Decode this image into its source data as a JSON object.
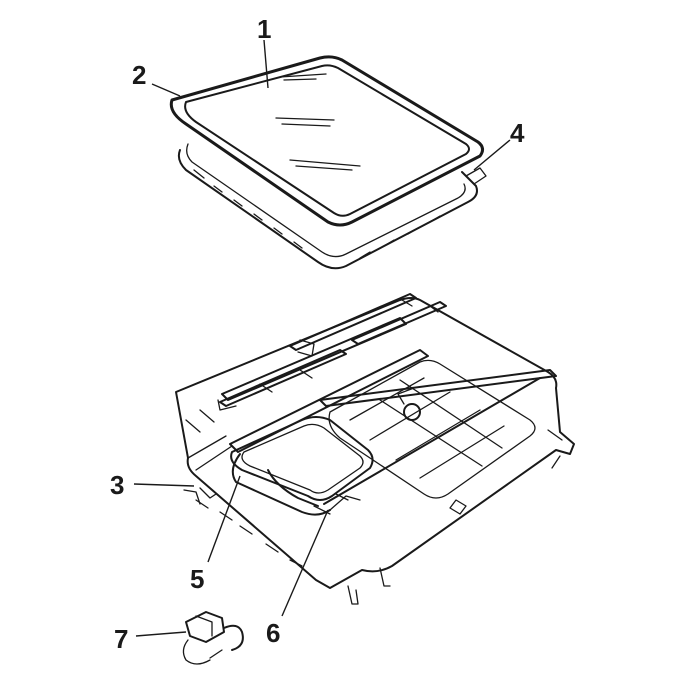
{
  "callouts": [
    {
      "id": "1",
      "label": "1"
    },
    {
      "id": "2",
      "label": "2"
    },
    {
      "id": "3",
      "label": "3"
    },
    {
      "id": "4",
      "label": "4"
    },
    {
      "id": "5",
      "label": "5"
    },
    {
      "id": "6",
      "label": "6"
    },
    {
      "id": "7",
      "label": "7"
    }
  ],
  "colors": {
    "ink": "#1a1a1a",
    "background": "#ffffff"
  }
}
